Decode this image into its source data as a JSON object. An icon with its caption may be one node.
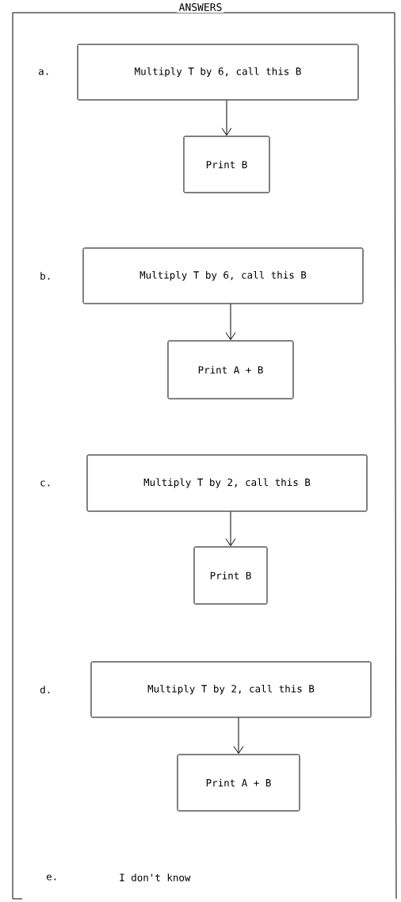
{
  "diagram": {
    "title": "ANSWERS",
    "nodes": [
      {
        "text": [
          "Multiply T by 6, call this B"
        ]
      },
      {
        "text": [
          "Print B"
        ]
      },
      {
        "text": [
          "Multiply T by 6, call this B"
        ]
      },
      {
        "text": [
          "Print A + B"
        ]
      },
      {
        "text": [
          "Multiply T by 2, call this B"
        ]
      },
      {
        "text": [
          "Print B"
        ]
      },
      {
        "text": [
          "Multiply T by 2, call this B"
        ]
      },
      {
        "text": [
          "Print A + B"
        ]
      }
    ],
    "edges": [
      {
        "from": 0,
        "to": 1,
        "arrow": "to"
      },
      {
        "from": 2,
        "to": 3,
        "arrow": "to"
      },
      {
        "from": 4,
        "to": 5,
        "arrow": "to"
      },
      {
        "from": 6,
        "to": 7,
        "arrow": "to"
      }
    ],
    "labels": [
      "a.",
      "b.",
      "c.",
      "d.",
      "e.",
      "I don't know"
    ]
  }
}
